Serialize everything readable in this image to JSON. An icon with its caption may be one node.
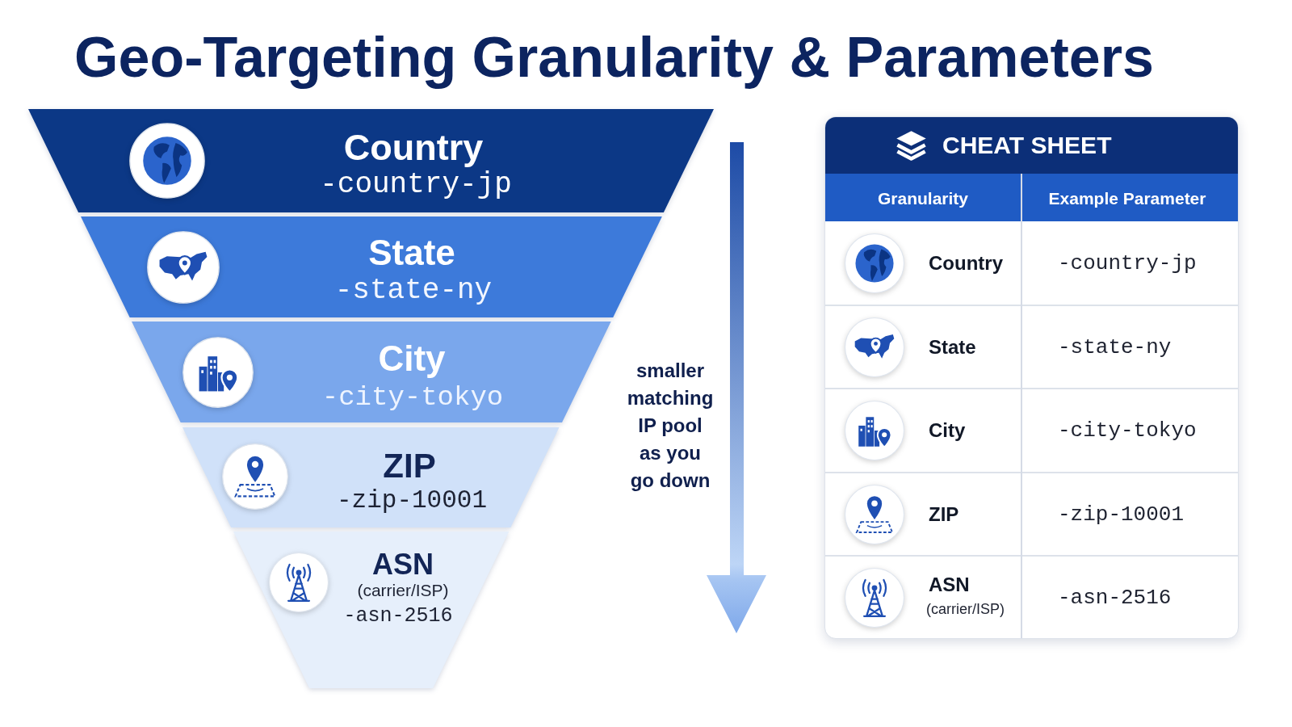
{
  "diagram": {
    "title": "Geo-Targeting Granularity & Parameters",
    "nodes": [
      {
        "text": [
          "Country",
          "-country-jp"
        ]
      },
      {
        "text": [
          "State",
          "-state-ny"
        ]
      },
      {
        "text": [
          "City",
          "-city-tokyo"
        ]
      },
      {
        "text": [
          "ZIP",
          "-zip-10001"
        ]
      },
      {
        "text": [
          "ASN",
          "(carrier/ISP)",
          "-asn-2516"
        ]
      },
      {
        "text": [
          "CHEAT SHEET"
        ]
      }
    ],
    "labels": [
      "smaller matching IP pool as you go down",
      "Granularity",
      "Example Parameter",
      "Country",
      "-country-jp",
      "State",
      "-state-ny",
      "City",
      "-city-tokyo",
      "ZIP",
      "-zip-10001",
      "ASN",
      "(carrier/ISP)",
      "-asn-2516"
    ]
  }
}
